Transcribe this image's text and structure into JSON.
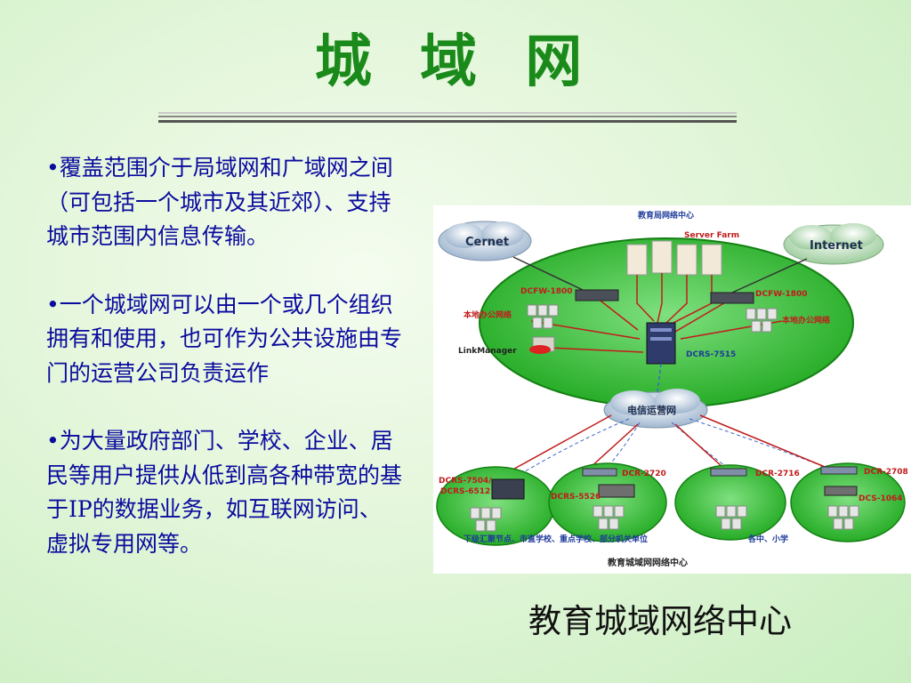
{
  "title": "城 域 网",
  "bullets": [
    "•覆盖范围介于局域网和广域网之间（可包括一个城市及其近郊）、支持城市范围内信息传输。",
    "•一个城域网可以由一个或几个组织拥有和使用，也可作为公共设施由专门的运营公司负责运作",
    "•为大量政府部门、学校、企业、居民等用户提供从低到高各种带宽的基于IP的数据业务，如互联网访问、虚拟专用网等。"
  ],
  "diagram": {
    "top_label": "教育局网络中心",
    "cloud_left": "Cernet",
    "cloud_right": "Internet",
    "server_farm": "Server Farm",
    "dcfw_left": "DCFW-1800",
    "dcfw_right": "DCFW-1800",
    "lan_left": "本地办公网络",
    "lan_right": "本地办公网络",
    "link_manager": "LinkManager",
    "core": "DCRS-7515",
    "telecom": "电信运营网",
    "node1": "DCRS-7504/\nDCRS-6512",
    "node2a": "DCR-2720",
    "node2b": "DCRS-5526",
    "node3": "DCR-2716",
    "node4a": "DCR-2708",
    "node4b": "DCS-1064",
    "bottom_left": "下级汇聚节点、市直学校、重点学校、部分机关单位",
    "bottom_right": "各中、小学",
    "footer": "教育城域网网络中心"
  },
  "caption": "教育城域网络中心",
  "colors": {
    "title": "#1a8a1a",
    "bullet_text": "#0b0b9e",
    "ellipse_green": "#3ec43e",
    "link_red": "#c21b1b",
    "link_blue": "#3b66c9"
  }
}
